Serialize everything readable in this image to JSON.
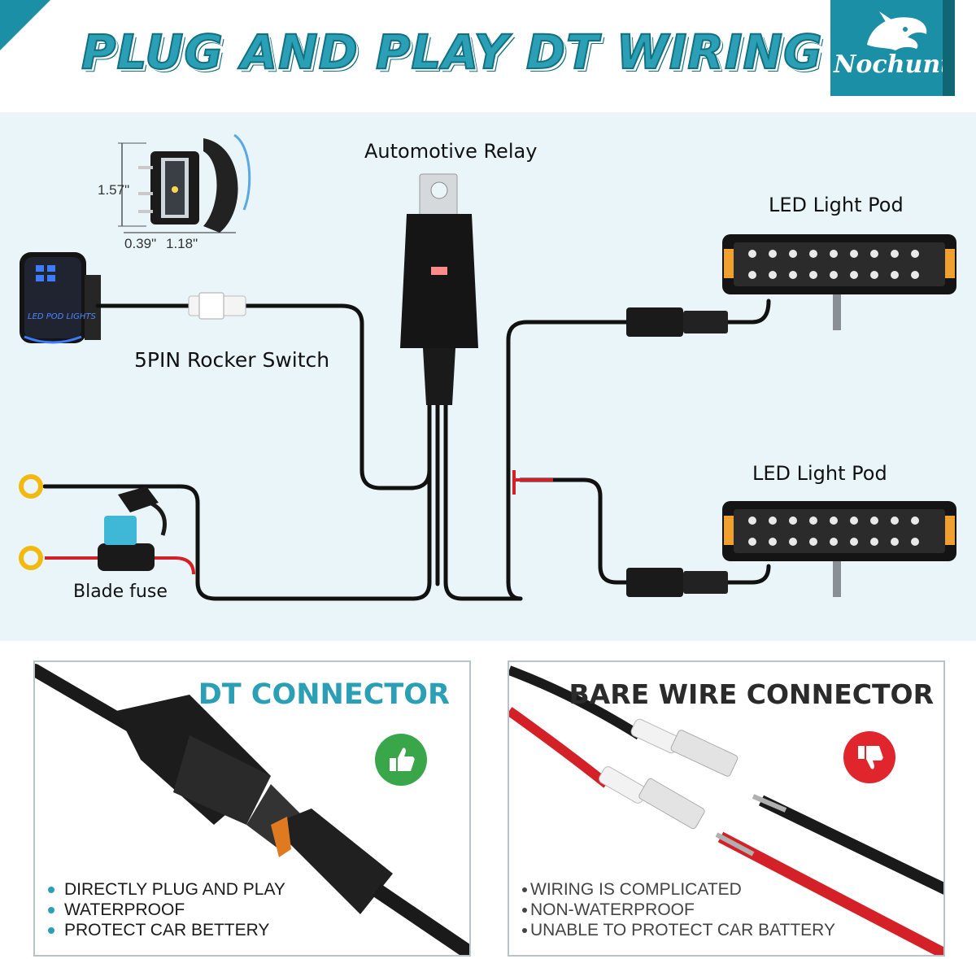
{
  "header": {
    "title": "PLUG AND PLAY DT WIRING KIT",
    "logo_text": "Nochunt",
    "accent_color": "#1b8fa6",
    "title_color": "#2a9fb5"
  },
  "diagram": {
    "relay_label": "Automotive Relay",
    "pod_top_label": "LED Light Pod",
    "pod_bottom_label": "LED Light Pod",
    "switch_label": "5PIN Rocker Switch",
    "switch_face_text": "LED POD LIGHTS",
    "fuse_label": "Blade fuse",
    "dimensions": {
      "height": "1.57\"",
      "depth": "0.39\"",
      "width": "1.18\""
    },
    "wire_colors": {
      "black": "#111111",
      "red": "#d42027",
      "terminal": "#f2b90f"
    }
  },
  "panels": {
    "dt": {
      "title": "DT CONNECTOR",
      "icon": "thumbs-up-icon",
      "icon_color": "#3aa64a",
      "bullets": [
        "DIRECTLY PLUG AND PLAY",
        "WATERPROOF",
        "PROTECT CAR BETTERY"
      ]
    },
    "bare": {
      "title": "BARE WIRE CONNECTOR",
      "icon": "thumbs-down-icon",
      "icon_color": "#e0262c",
      "bullets": [
        "WIRING IS COMPLICATED",
        "NON-WATERPROOF",
        "UNABLE TO PROTECT CAR BATTERY"
      ]
    }
  }
}
